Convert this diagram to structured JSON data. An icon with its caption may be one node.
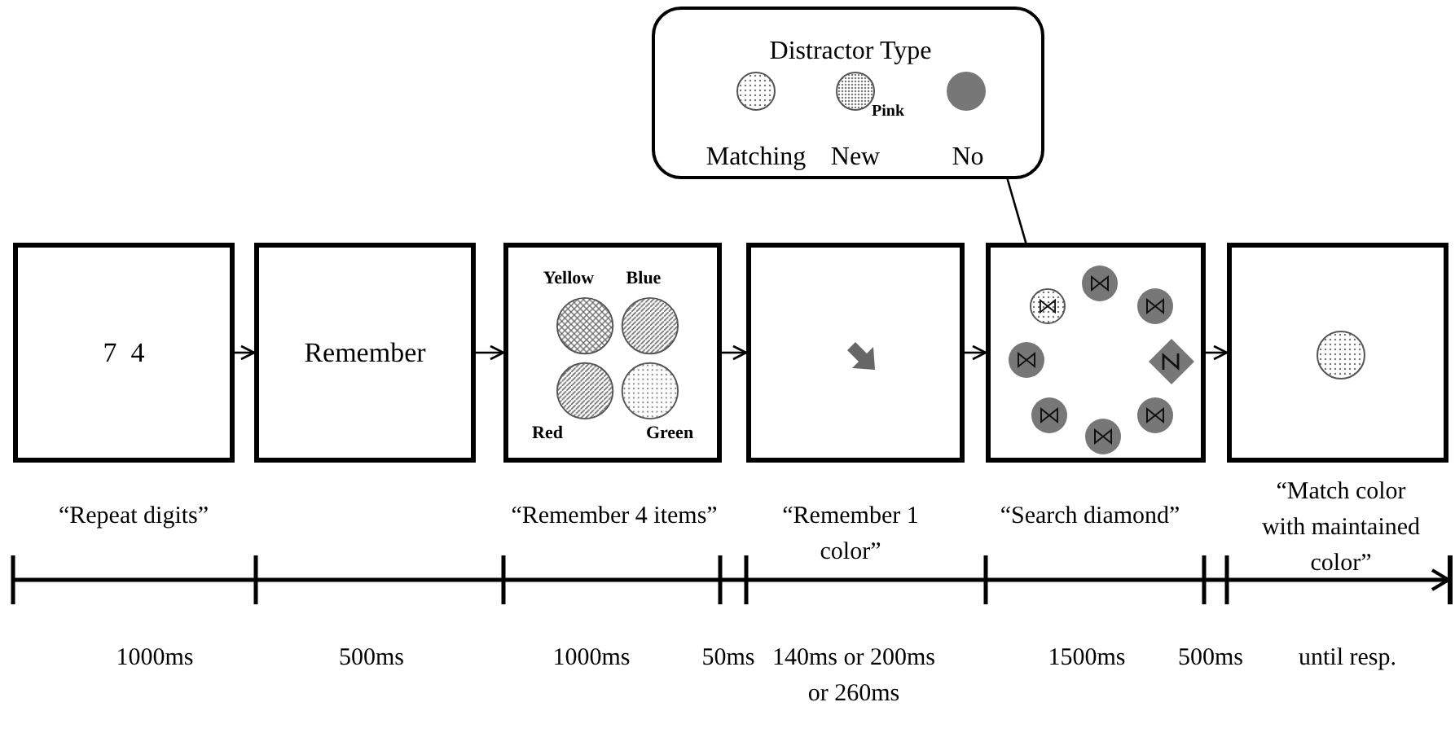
{
  "diagram": {
    "nodes": [
      {
        "text": [
          "7  4"
        ]
      },
      {
        "text": [
          "Remember"
        ]
      },
      {
        "text": [
          "Yellow",
          "Blue",
          "Red",
          "Green"
        ]
      },
      {
        "text": [],
        "shape": "box"
      },
      {
        "text": [],
        "shape": "box"
      },
      {
        "text": [],
        "shape": "box"
      },
      {
        "text": [
          "Distractor Type",
          "Pink",
          "Matching",
          "New",
          "No"
        ]
      },
      {
        "text": [],
        "shape": "circle",
        "in": 4
      }
    ],
    "edges": [
      {
        "from": 0,
        "to": 1,
        "arrow": "to"
      },
      {
        "from": 1,
        "to": 2,
        "arrow": "to"
      },
      {
        "from": 2,
        "to": 3,
        "arrow": "to"
      },
      {
        "from": 3,
        "to": 4,
        "arrow": "to"
      },
      {
        "from": 4,
        "to": 5,
        "arrow": "to"
      },
      {
        "from": 6,
        "to": 7,
        "arrow": "none"
      }
    ],
    "labels": [
      "“Repeat digits”",
      "“Remember 4 items”",
      "“Remember 1 color”",
      "“Search diamond”",
      "“Match color with maintained color”",
      "1000ms",
      "500ms",
      "1000ms",
      "50ms",
      "140ms or 200ms or 260ms",
      "1500ms",
      "500ms",
      "until resp."
    ]
  }
}
